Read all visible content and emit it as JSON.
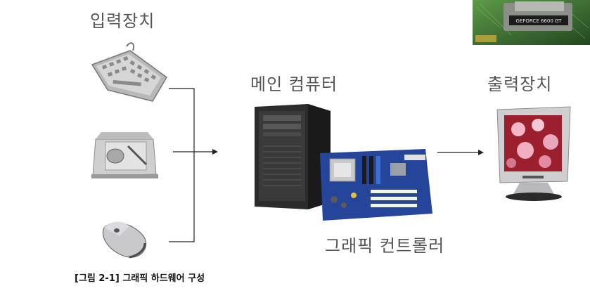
{
  "labels": {
    "input": "입력장치",
    "main": "메인 컴퓨터",
    "output": "출력장치",
    "graphics": "그래픽 컨트롤러"
  },
  "caption": "[그림 2-1] 그래픽 하드웨어 구성",
  "gpu_card_text": "GEFORCE 6600 GT",
  "icons": [
    "keyboard-icon",
    "tablet-icon",
    "mouse-icon",
    "pc-tower-icon",
    "motherboard-icon",
    "monitor-icon",
    "gpu-card-icon"
  ]
}
